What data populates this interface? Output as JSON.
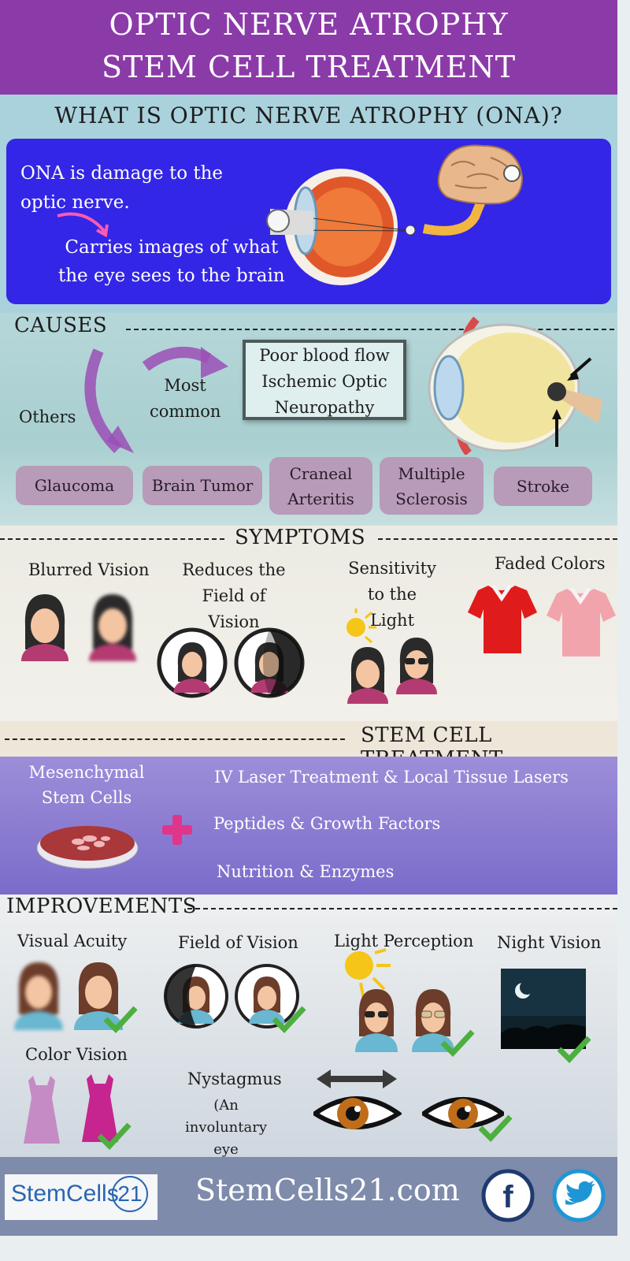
{
  "header": {
    "line1": "OPTIC NERVE ATROPHY",
    "line2": "STEM CELL TREATMENT"
  },
  "intro": {
    "title": "WHAT IS OPTIC NERVE ATROPHY (ONA)?",
    "definition_1": "ONA is damage to the",
    "definition_2": "optic nerve.",
    "function_1": "Carries images of what",
    "function_2": "the eye sees to the brain"
  },
  "causes": {
    "title": "CAUSES",
    "others_label": "Others",
    "most_common_1": "Most",
    "most_common_2": "common",
    "box_1": "Poor blood flow",
    "box_2": "Ischemic Optic",
    "box_3": "Neuropathy",
    "items": [
      "Glaucoma",
      "Brain Tumor",
      "Craneal Arteritis",
      "Multiple Sclerosis",
      "Stroke"
    ]
  },
  "symptoms": {
    "title": "SYMPTOMS",
    "blurred": "Blurred Vision",
    "field_1": "Reduces the",
    "field_2": "Field of Vision",
    "light_1": "Sensitivity",
    "light_2": "to the Light",
    "colors": "Faded Colors"
  },
  "treatment": {
    "title": "STEM CELL TREATMENT",
    "msc_1": "Mesenchymal",
    "msc_2": "Stem Cells",
    "items": [
      "IV Laser Treatment & Local Tissue Lasers",
      "Peptides & Growth Factors",
      "Nutrition & Enzymes"
    ]
  },
  "improvements": {
    "title": "IMPROVEMENTS",
    "acuity": "Visual Acuity",
    "field": "Field of Vision",
    "light": "Light Perception",
    "night": "Night Vision",
    "color": "Color Vision",
    "nystagmus": "Nystagmus",
    "nystagmus_note_1": "(An involuntary",
    "nystagmus_note_2": "eye movement)"
  },
  "footer": {
    "logo_text": "StemCells",
    "logo_num": "21",
    "site": "StemCells21.com"
  },
  "colors": {
    "header": "#8b3ba8",
    "blue_box": "#3326e6",
    "pill": "#b79bb8",
    "check": "#4caf3e",
    "plus": "#e0358a"
  }
}
